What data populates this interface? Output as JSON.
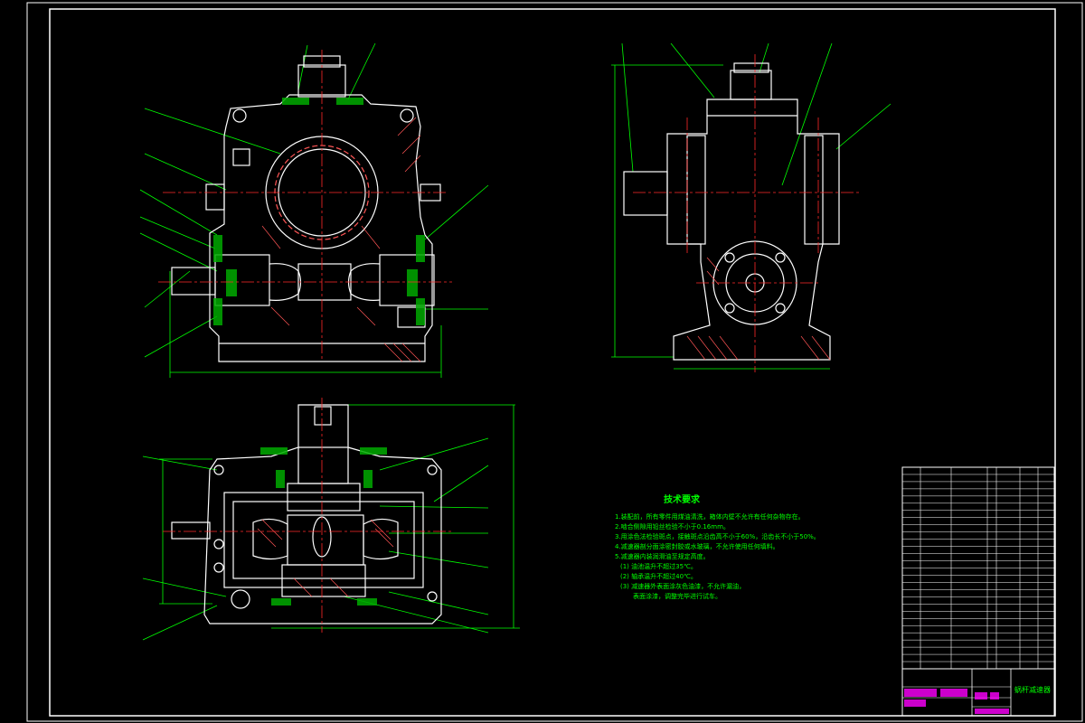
{
  "colors": {
    "background": "#000000",
    "outline": "#ffffff",
    "dimension": "#00ff00",
    "centerline": "#ff2a2a",
    "hatch": "#ff5555",
    "table": "#ffffff",
    "highlight": "#ff00ff",
    "text": "#00ff00"
  },
  "tech_requirements": {
    "title": "技术要求",
    "items": [
      "1.装配前，所有零件用煤油清洗，箱体内壁不允许有任何杂物存在。",
      "2.啮合侧隙用铅丝检验不小于0.16mm。",
      "3.用涂色法检验斑点，接触斑点沿齿高不小于60%，沿齿长不小于50%。",
      "4.减速器剖分面涂密封胶或水玻璃，不允许使用任何填料。",
      "5.减速器内装润滑油至规定高度。",
      "(1) 油池温升不超过35℃。",
      "(2) 轴承温升不超过40℃。",
      "(3) 减速器外表面涂灰色油漆，不允许漏油，",
      "表面涂漆，调整完毕进行试车。"
    ]
  },
  "title_block": {
    "name": "蜗杆减速器"
  }
}
